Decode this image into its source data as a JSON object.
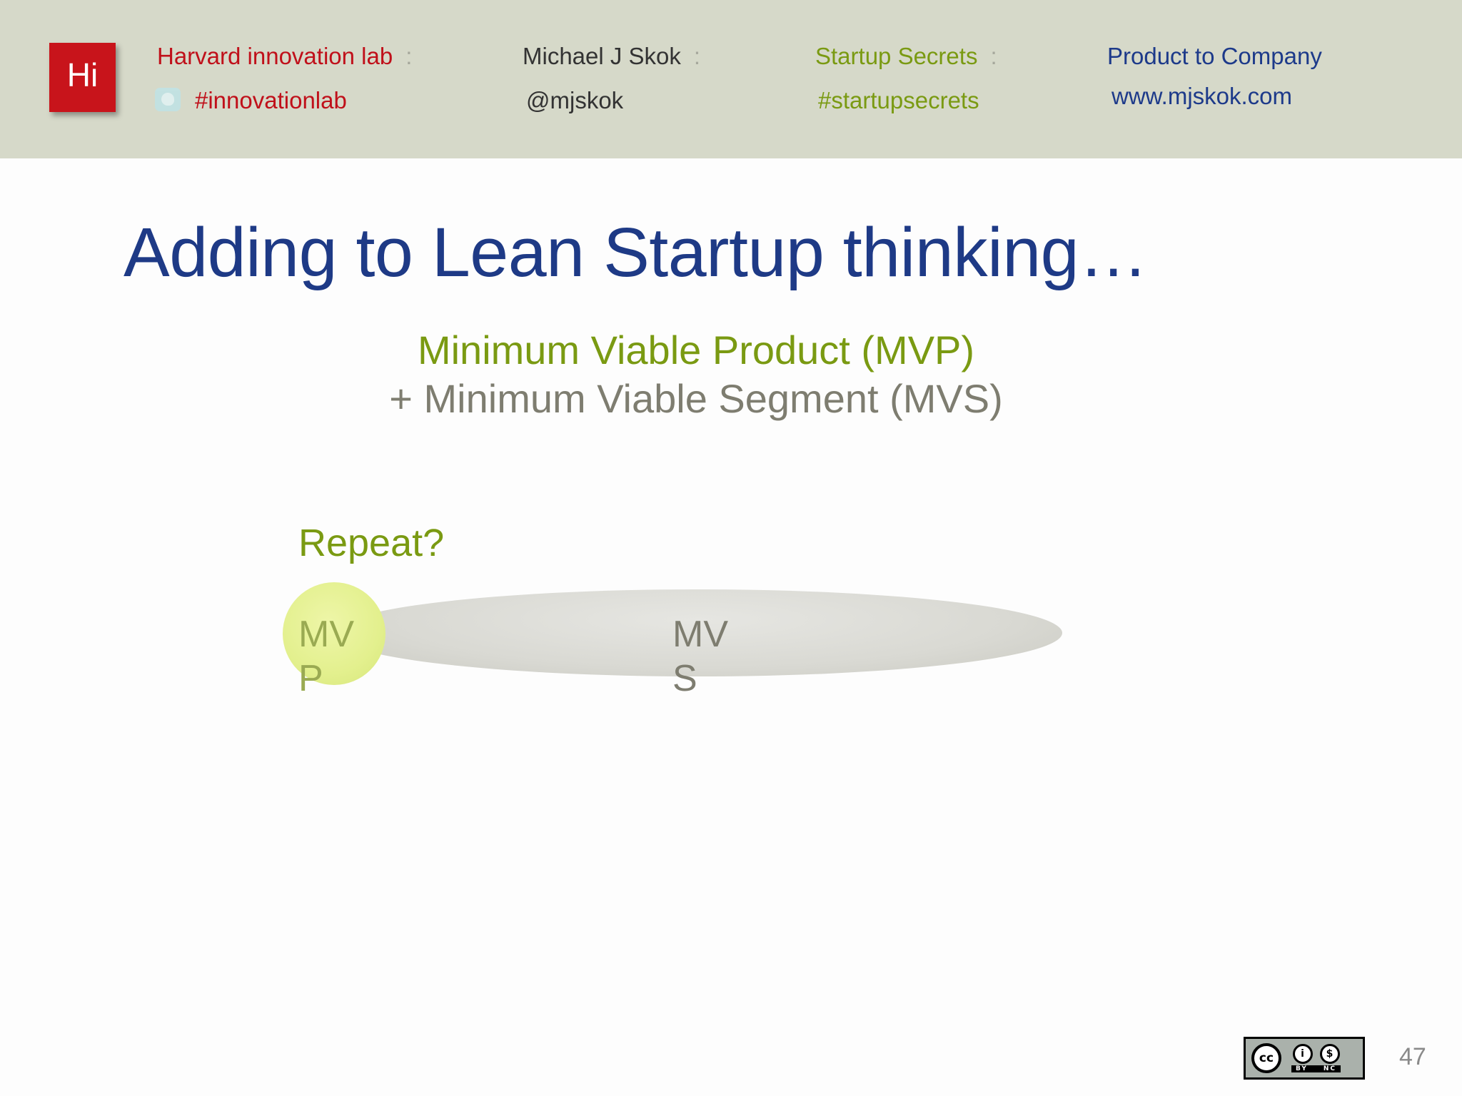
{
  "header": {
    "logo_text": "Hi",
    "col1": {
      "title": "Harvard innovation lab",
      "handle": "#innovationlab",
      "icon": "twitter-icon"
    },
    "col2": {
      "title": "Michael J Skok",
      "handle": "@mjskok"
    },
    "col3": {
      "title": "Startup Secrets",
      "handle": "#startupsecrets"
    },
    "col4": {
      "title": "Product to Company",
      "handle": "www.mjskok.com"
    },
    "separator": ":"
  },
  "slide": {
    "title": "Adding to Lean Startup thinking…",
    "subtitle_line1": "Minimum Viable Product (MVP)",
    "subtitle_line2": "+ Minimum Viable Segment (MVS)",
    "repeat_label": "Repeat?",
    "mvp_label": "MVP",
    "mvs_label": "MVS"
  },
  "footer": {
    "license": {
      "cc": "cc",
      "by": "BY",
      "nc": "NC"
    },
    "page_number": "47"
  },
  "colors": {
    "header_bg": "#d6d9c9",
    "logo_red": "#c8141b",
    "title_blue": "#1e3a86",
    "accent_green": "#7a9a12",
    "gray_text": "#7e7d70"
  }
}
